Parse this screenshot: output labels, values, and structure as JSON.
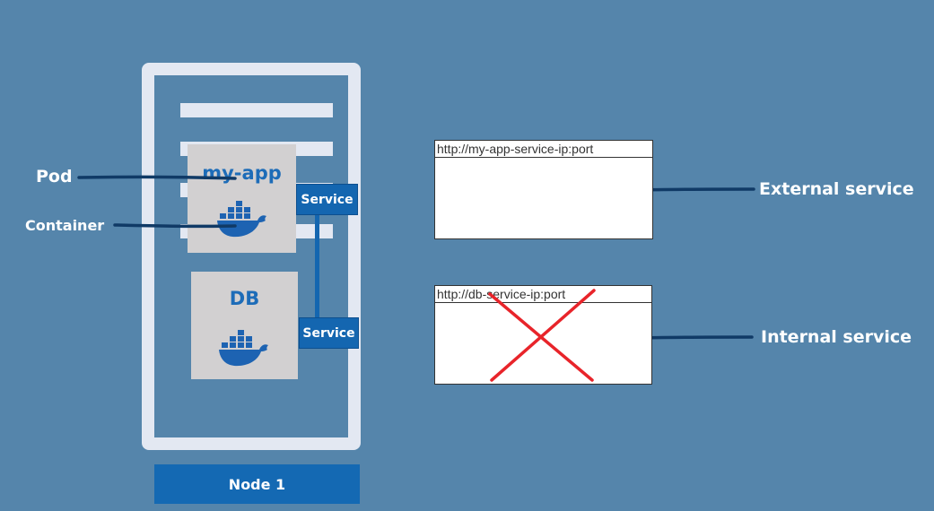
{
  "node": {
    "label": "Node 1"
  },
  "pods": {
    "app": {
      "title": "my-app",
      "service_label": "Service"
    },
    "db": {
      "title": "DB",
      "service_label": "Service"
    }
  },
  "labels": {
    "pod": "Pod",
    "container": "Container",
    "external_service": "External service",
    "internal_service": "Internal service"
  },
  "browsers": {
    "external": {
      "url": "http://my-app-service-ip:port"
    },
    "internal": {
      "url": "http://db-service-ip:port",
      "crossed_out": true
    }
  },
  "icons": {
    "docker": "docker-whale-icon",
    "cross": "red-cross-icon"
  },
  "colors": {
    "background": "#5585ab",
    "node_frame": "#e3e8f2",
    "service_blue": "#1466b0",
    "pod_gray": "#d2d0d1",
    "pod_title": "#1d6cb8",
    "cross_red": "#e8242a",
    "pointer_navy": "#103a66"
  }
}
